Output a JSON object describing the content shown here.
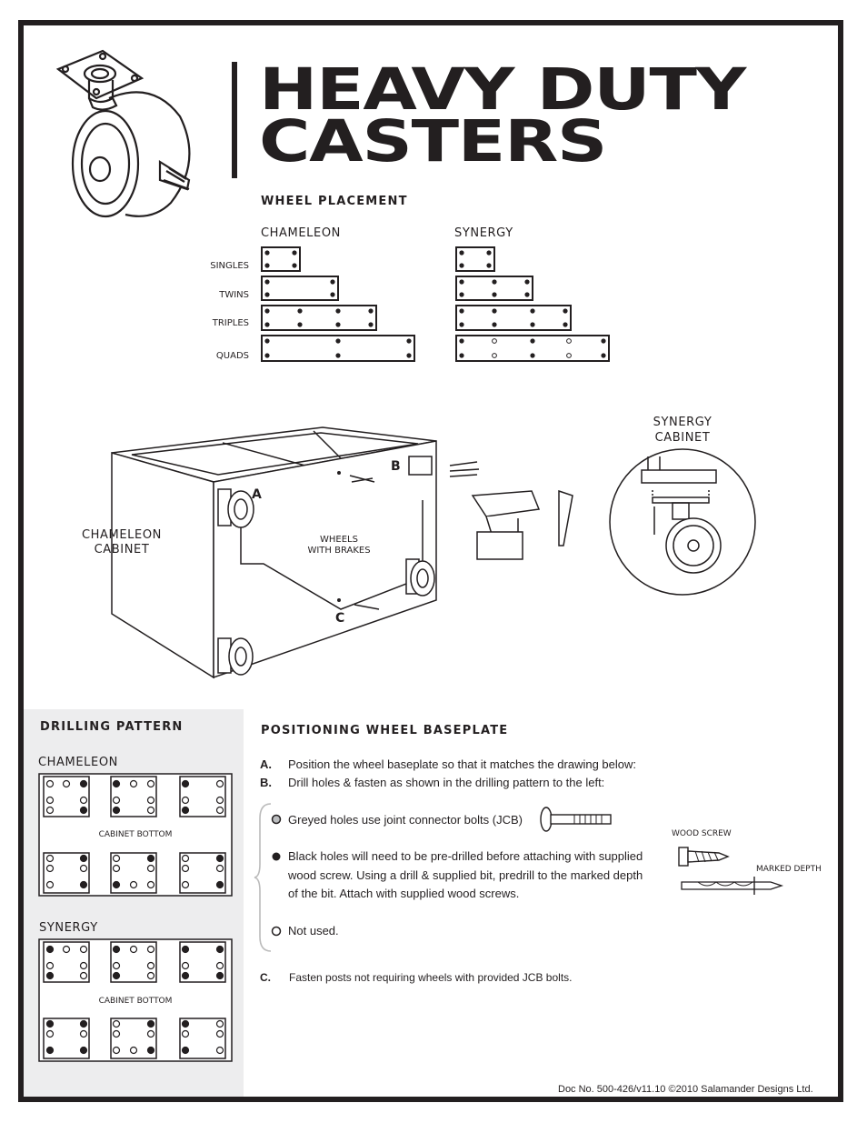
{
  "title": {
    "line1": "HEAVY DUTY",
    "line2": "CASTERS"
  },
  "wheel_placement": {
    "heading": "WHEEL PLACEMENT",
    "col_chameleon": "CHAMELEON",
    "col_synergy": "SYNERGY",
    "rows": [
      "SINGLES",
      "TWINS",
      "TRIPLES",
      "QUADS"
    ]
  },
  "assembly": {
    "chameleon_cabinet": [
      "CHAMELEON",
      "CABINET"
    ],
    "synergy_cabinet": [
      "SYNERGY",
      "CABINET"
    ],
    "wheels_with_brakes": [
      "WHEELS",
      "WITH BRAKES"
    ],
    "label_a": "A",
    "label_b": "B",
    "label_c": "C"
  },
  "drilling": {
    "heading": "DRILLING PATTERN",
    "chameleon": "CHAMELEON",
    "synergy": "SYNERGY",
    "cabinet_bottom": "CABINET BOTTOM"
  },
  "positioning": {
    "heading": "POSITIONING WHEEL BASEPLATE",
    "a_letter": "A.",
    "a_text": "Position the wheel baseplate so that it matches the drawing below:",
    "b_letter": "B.",
    "b_text": "Drill holes & fasten as shown in the drilling pattern to the left:",
    "grey": "Greyed holes use joint connector bolts (JCB)",
    "black_lines": [
      "Black holes will need to be pre-drilled before attaching with supplied",
      "wood screw. Using a drill & supplied bit, predrill to the marked depth",
      "of the bit. Attach with supplied wood screws."
    ],
    "not_used": "Not used.",
    "c_letter": "C.",
    "c_text": "Fasten posts not requiring wheels with provided JCB bolts.",
    "wood_screw": "WOOD SCREW",
    "marked_depth": "MARKED DEPTH"
  },
  "footer": {
    "doc": "Doc No. 500-426/v11.10 ©2010 Salamander Designs Ltd."
  }
}
